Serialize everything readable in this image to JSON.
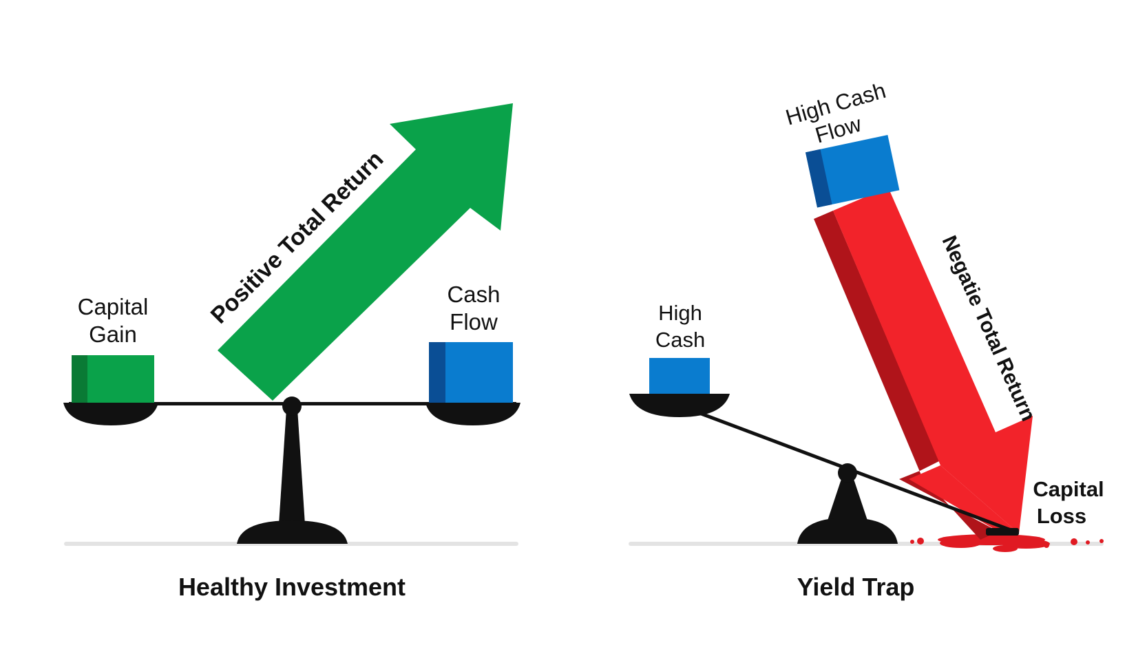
{
  "healthy": {
    "caption": "Healthy Investment",
    "left_label": [
      "Capital",
      "Gain"
    ],
    "right_label": [
      "Cash",
      "Flow"
    ],
    "arrow_label": "Positive Total Return"
  },
  "trap": {
    "caption": "Yield Trap",
    "left_label": [
      "High",
      "Cash"
    ],
    "top_label": [
      "High Cash",
      "Flow"
    ],
    "arrow_label": "Negatie Total Return",
    "loss_label": [
      "Capital",
      "Loss"
    ]
  },
  "colors": {
    "green": "#0aa24a",
    "green_dark": "#0a7a35",
    "blue": "#0a7ccf",
    "blue_dark": "#0a4e95",
    "red": "#f2232a",
    "red_dark": "#b0141a",
    "red_text": "#a8101a",
    "green_text": "#0a7a35",
    "ink": "#111111",
    "ground": "#e3e3e3"
  }
}
